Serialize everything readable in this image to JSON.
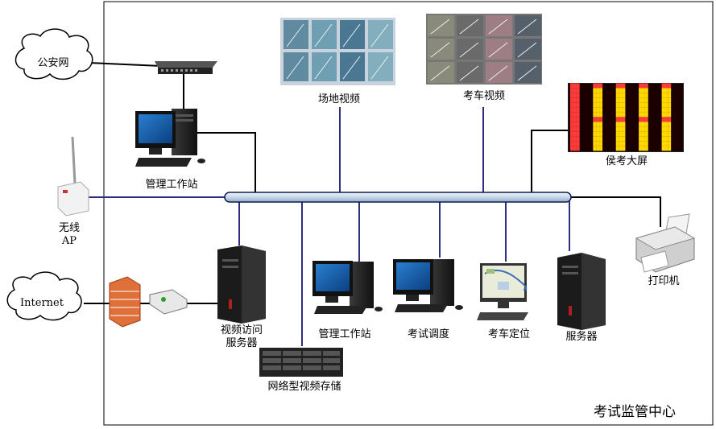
{
  "title": "考试监管中心",
  "clouds": {
    "police": "公安网",
    "internet": "Internet"
  },
  "nodes": {
    "ap": [
      "无线",
      "AP"
    ],
    "mgmt_top": "管理工作站",
    "venue_video": "场地视频",
    "car_video": "考车视频",
    "wait_screen": "侯考大屏",
    "printer": "打印机",
    "video_access": [
      "视频访问",
      "服务器"
    ],
    "storage": "网络型视频存储",
    "mgmt_bottom": "管理工作站",
    "dispatch": "考试调度",
    "car_locate": "考车定位",
    "server": "服务器"
  },
  "colors": {
    "bus": "#c8d8ea",
    "wireless_line": "#3b3b8a",
    "screen_red": "#ff3b3b",
    "screen_yellow": "#ffd800"
  }
}
